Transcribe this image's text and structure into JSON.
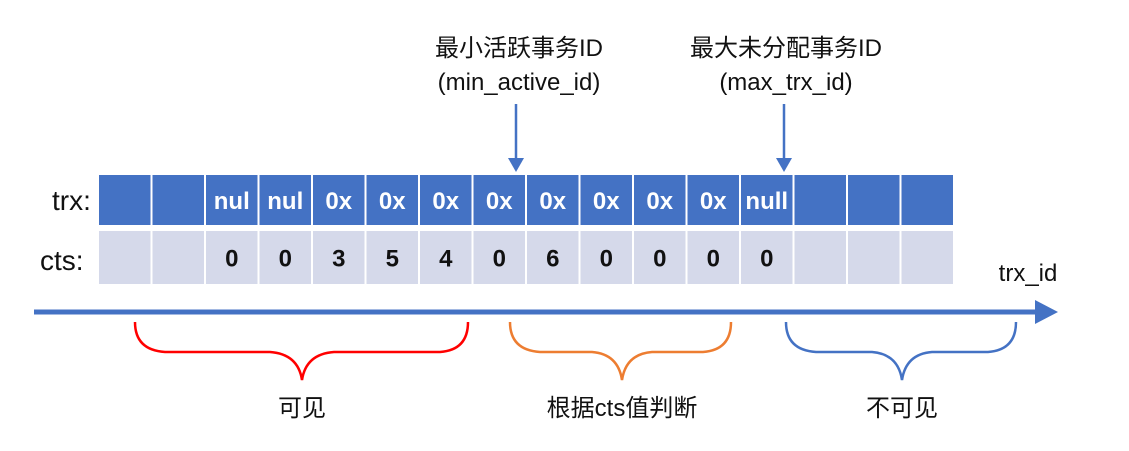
{
  "rows": {
    "trx_label": "trx:",
    "cts_label": "cts:"
  },
  "trx_cells": [
    "",
    "",
    "nul",
    "nul",
    "0x",
    "0x",
    "0x",
    "0x",
    "0x",
    "0x",
    "0x",
    "0x",
    "null",
    "",
    "",
    ""
  ],
  "cts_cells": [
    "",
    "",
    "0",
    "0",
    "3",
    "5",
    "4",
    "0",
    "6",
    "0",
    "0",
    "0",
    "0",
    "",
    "",
    ""
  ],
  "pointers": {
    "min_active": {
      "title": "最小活跃事务ID",
      "subtitle": "(min_active_id)"
    },
    "max_trx": {
      "title": "最大未分配事务ID",
      "subtitle": "(max_trx_id)"
    }
  },
  "axis": {
    "label": "trx_id"
  },
  "brackets": {
    "visible": "可见",
    "judge": "根据cts值判断",
    "invisible": "不可见"
  },
  "colors": {
    "trx_row": "#4472c4",
    "cts_row": "#d5d9ea",
    "arrow": "#4472c4",
    "bracket_visible": "#ff0000",
    "bracket_judge": "#ed7d31",
    "bracket_invisible": "#4472c4"
  }
}
